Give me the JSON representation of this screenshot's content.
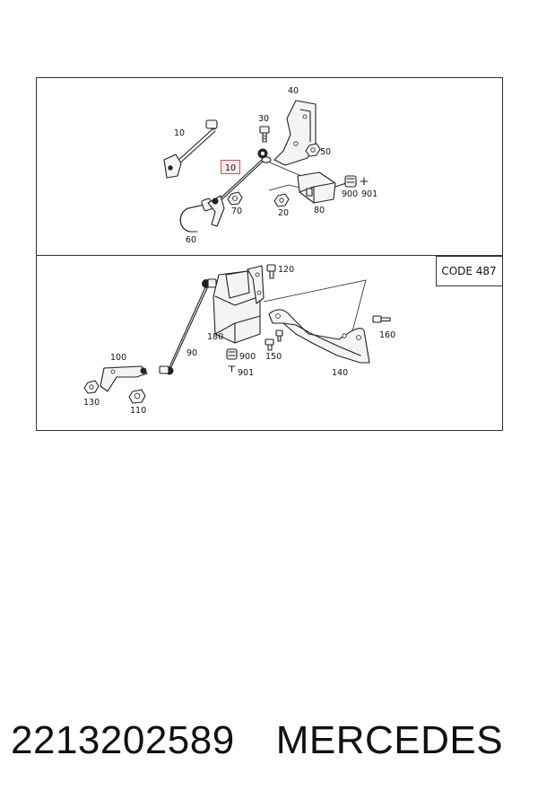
{
  "diagram": {
    "code_box": "CODE 487",
    "highlighted_part": "10",
    "highlight_color": "#e05050",
    "upper_labels": {
      "p10a": "10",
      "p10b": "10",
      "p20": "20",
      "p30": "30",
      "p40": "40",
      "p50": "50",
      "p60": "60",
      "p70": "70",
      "p80": "80",
      "p900": "900",
      "p901": "901"
    },
    "lower_labels": {
      "p90": "90",
      "p100": "100",
      "p110": "110",
      "p120": "120",
      "p130": "130",
      "p140": "140",
      "p150": "150",
      "p160": "160",
      "p180": "180",
      "p900": "900",
      "p901": "901"
    }
  },
  "footer": {
    "part_number": "2213202589",
    "brand": "MERCEDES"
  }
}
